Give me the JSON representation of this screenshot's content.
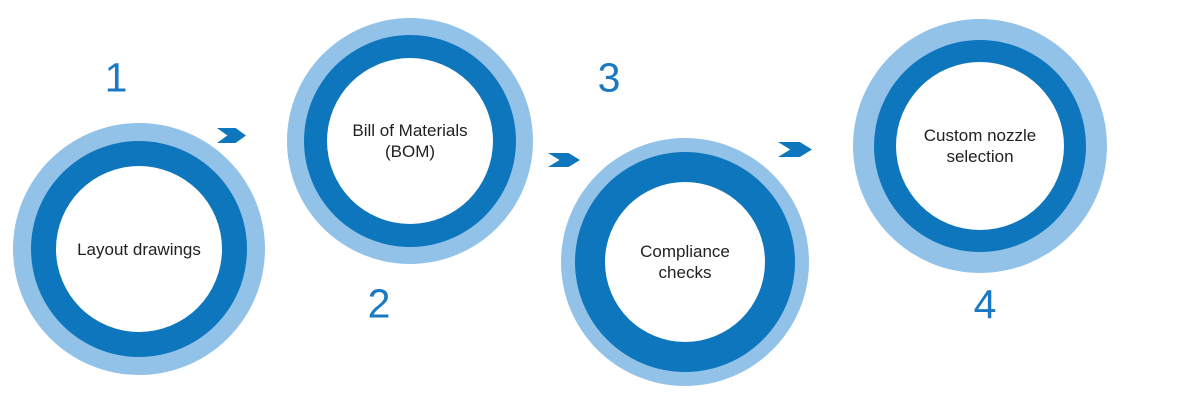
{
  "diagram": {
    "type": "process-flow",
    "direction": "left-to-right",
    "step_count": 4
  },
  "steps": [
    {
      "number": "1",
      "label": "Layout drawings",
      "lines": [
        "Layout drawings"
      ]
    },
    {
      "number": "2",
      "label": "Bill of Materials (BOM)",
      "lines": [
        "Bill of Materials",
        "(BOM)"
      ]
    },
    {
      "number": "3",
      "label": "Compliance checks",
      "lines": [
        "Compliance",
        "checks"
      ]
    },
    {
      "number": "4",
      "label": "Custom nozzle selection",
      "lines": [
        "Custom nozzle",
        "selection"
      ]
    }
  ],
  "arrows": [
    {
      "icon": "chevron-right-arrow"
    },
    {
      "icon": "chevron-right-arrow"
    },
    {
      "icon": "chevron-right-arrow"
    }
  ],
  "colors": {
    "ring_light_blue": "#93c2e8",
    "ring_dark_blue": "#0d76bd",
    "number_blue": "#1b79c3",
    "label_text": "#212121",
    "background": "#ffffff"
  }
}
